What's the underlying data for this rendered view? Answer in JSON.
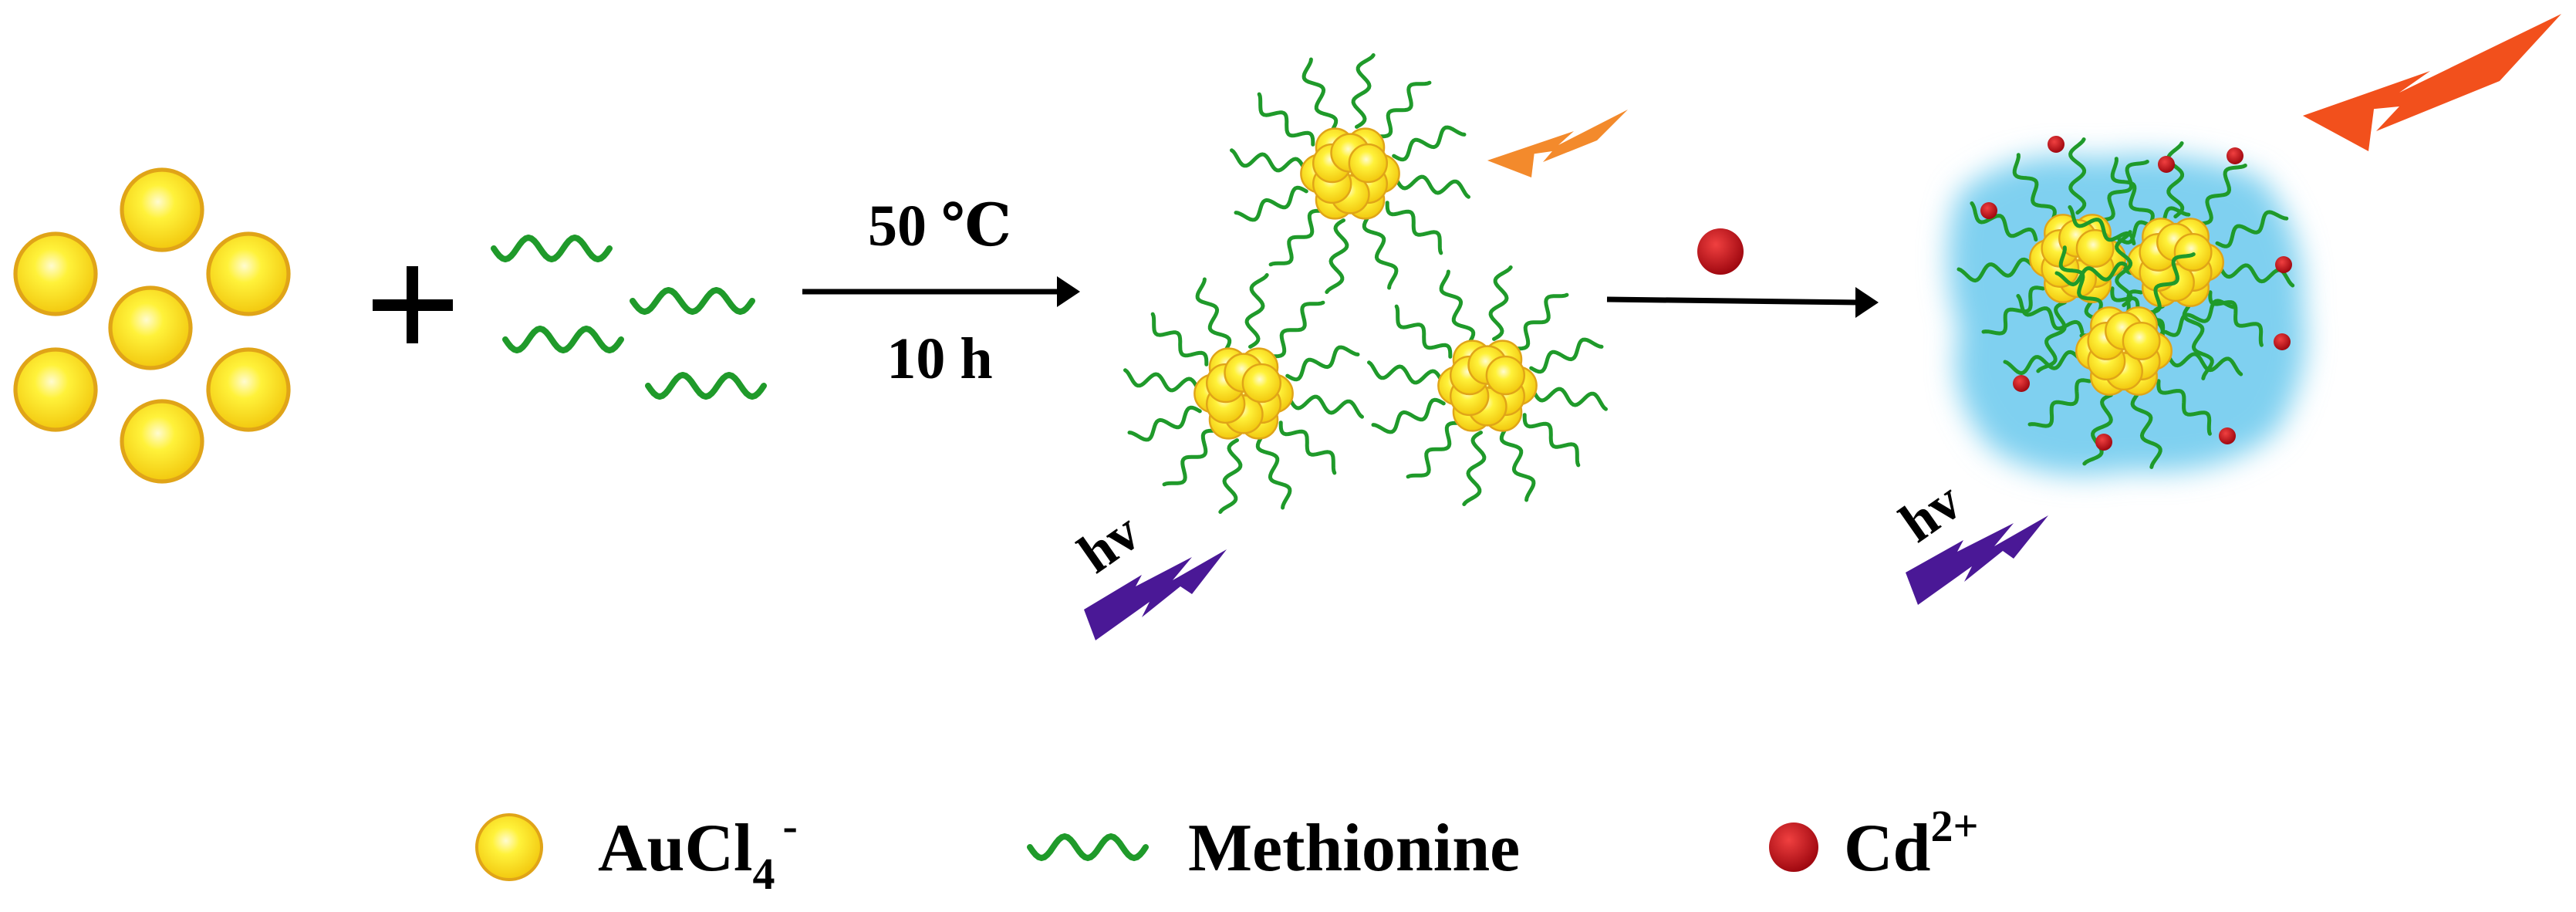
{
  "reaction": {
    "temperature": "50 ℃",
    "time": "10 h"
  },
  "excitation": {
    "left": "hv",
    "right": "hv"
  },
  "legend": {
    "gold": {
      "text": "AuCl",
      "sub": "4",
      "sup": "-"
    },
    "ligand": {
      "text": "Methionine"
    },
    "ion": {
      "text": "Cd",
      "sup": "2+"
    }
  },
  "colors": {
    "gold_fill": "#f7e21a",
    "gold_edge": "#e0a418",
    "ligand": "#1f9a2a",
    "ion": "#c8101c",
    "weak_emission": "#f38a2c",
    "strong_emission": "#f2501c",
    "excitation": "#4a1896",
    "glow": "#7fd0f0"
  },
  "icons": {
    "plus": "plus-icon",
    "arrow": "reaction-arrow-icon",
    "bolt": "lightning-bolt-icon"
  }
}
